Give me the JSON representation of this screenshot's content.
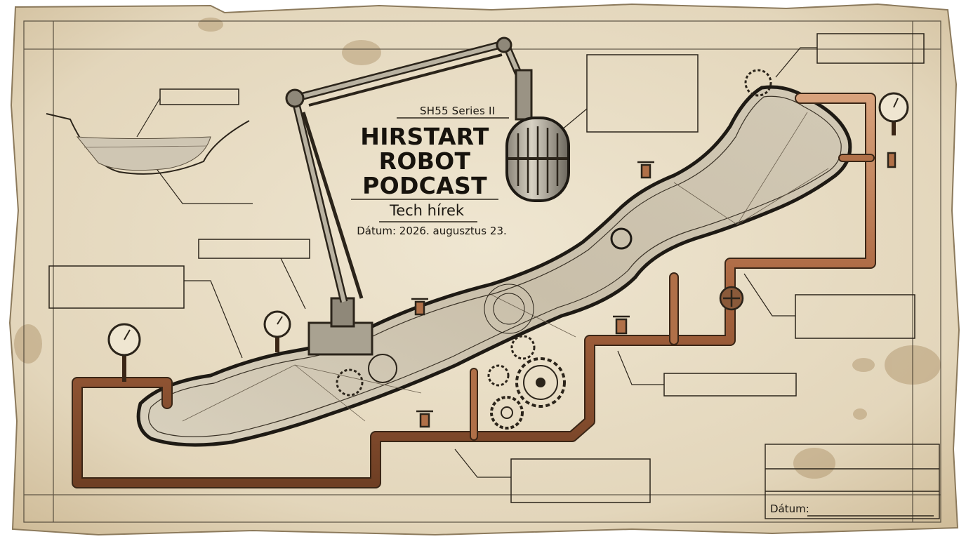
{
  "poster": {
    "series": "SH55 Series II",
    "title_lines": [
      "HIRSTART",
      "ROBOT",
      "PODCAST"
    ],
    "subtitle": "Tech hírek",
    "date_line": "Dátum: 2026. augusztus 23."
  },
  "stamp_box": {
    "date_label": "Dátum:"
  },
  "colors": {
    "paper": "#e7dcc4",
    "ink": "#1c1812",
    "copper": "#b07048",
    "lake_water": "#cfc6b3"
  }
}
